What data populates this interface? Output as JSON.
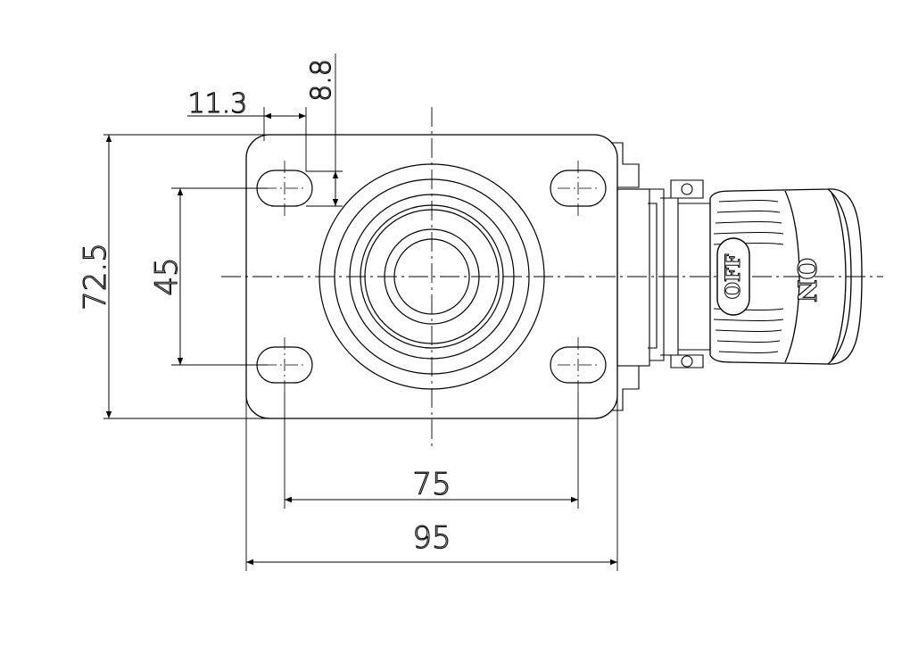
{
  "drawing": {
    "title": "",
    "colors": {
      "line": "#000000",
      "background": "#ffffff"
    }
  },
  "dimensions": {
    "overall_width": "95",
    "hole_spacing_x": "75",
    "overall_height": "72.5",
    "hole_spacing_y": "45",
    "edge_offset": "11.3",
    "slot_width": "8.8"
  },
  "brake_lever": {
    "off_label": "OFF",
    "on_label": "ON"
  }
}
